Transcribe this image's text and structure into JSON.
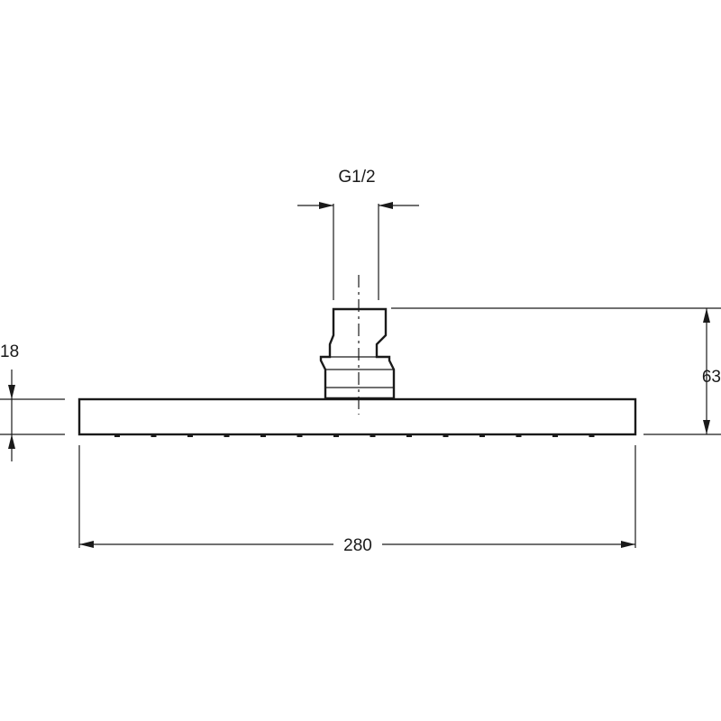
{
  "dimensions": {
    "thread": "G1/2",
    "plate_thickness": "18",
    "total_height": "63",
    "width": "280"
  },
  "colors": {
    "line": "#1a1a1a",
    "background": "#ffffff"
  }
}
